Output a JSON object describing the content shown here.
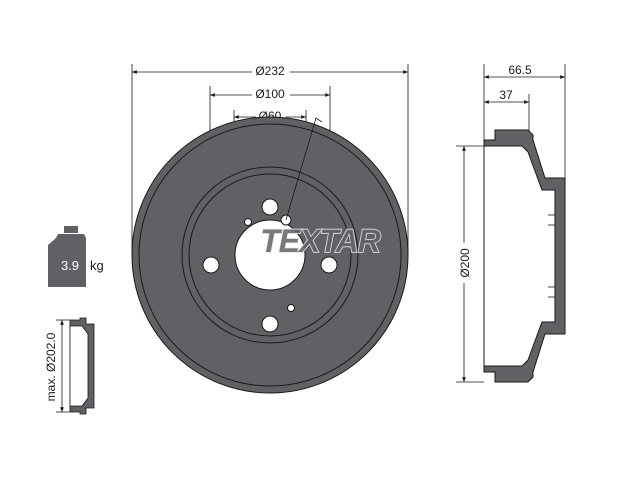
{
  "front_view": {
    "dia_outer": "Ø232",
    "dia_pcd": "Ø100",
    "dia_center": "Ø60",
    "brand_logo": "TEXTAR"
  },
  "side_view": {
    "total_width": "66.5",
    "inner_width": "37",
    "dia_inner": "Ø200"
  },
  "weight": {
    "value": "3.9",
    "unit": "kg",
    "icon": "weight-icon"
  },
  "wear_limit": {
    "label": "max. Ø202.0",
    "icon": "drum-profile-icon"
  },
  "colors": {
    "drum_fill": "#5f6165",
    "line": "#1a1a1a",
    "background": "#ffffff"
  }
}
